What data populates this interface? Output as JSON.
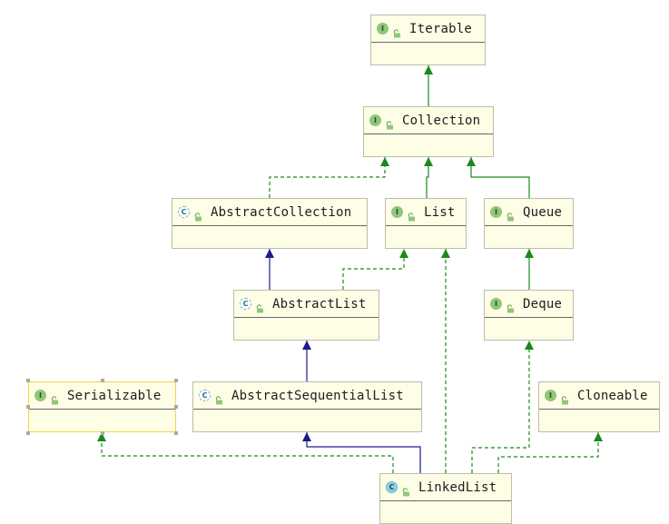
{
  "diagram": {
    "nodes": [
      {
        "id": "iterable",
        "label": "Iterable",
        "kind": "interface"
      },
      {
        "id": "collection",
        "label": "Collection",
        "kind": "interface"
      },
      {
        "id": "abstract_collection",
        "label": "AbstractCollection",
        "kind": "abstract-class"
      },
      {
        "id": "list",
        "label": "List",
        "kind": "interface"
      },
      {
        "id": "queue",
        "label": "Queue",
        "kind": "interface"
      },
      {
        "id": "abstract_list",
        "label": "AbstractList",
        "kind": "abstract-class"
      },
      {
        "id": "deque",
        "label": "Deque",
        "kind": "interface"
      },
      {
        "id": "serializable",
        "label": "Serializable",
        "kind": "interface",
        "selected": true
      },
      {
        "id": "abstract_sequential_list",
        "label": "AbstractSequentialList",
        "kind": "abstract-class"
      },
      {
        "id": "cloneable",
        "label": "Cloneable",
        "kind": "interface"
      },
      {
        "id": "linked_list",
        "label": "LinkedList",
        "kind": "class"
      }
    ],
    "edges": [
      {
        "from": "collection",
        "to": "iterable",
        "type": "extends-interface"
      },
      {
        "from": "abstract_collection",
        "to": "collection",
        "type": "implements"
      },
      {
        "from": "list",
        "to": "collection",
        "type": "extends-interface"
      },
      {
        "from": "queue",
        "to": "collection",
        "type": "extends-interface"
      },
      {
        "from": "abstract_list",
        "to": "abstract_collection",
        "type": "extends-class"
      },
      {
        "from": "abstract_list",
        "to": "list",
        "type": "implements"
      },
      {
        "from": "deque",
        "to": "queue",
        "type": "extends-interface"
      },
      {
        "from": "abstract_sequential_list",
        "to": "abstract_list",
        "type": "extends-class"
      },
      {
        "from": "linked_list",
        "to": "serializable",
        "type": "implements"
      },
      {
        "from": "linked_list",
        "to": "abstract_sequential_list",
        "type": "extends-class"
      },
      {
        "from": "linked_list",
        "to": "list",
        "type": "implements"
      },
      {
        "from": "linked_list",
        "to": "deque",
        "type": "implements"
      },
      {
        "from": "linked_list",
        "to": "cloneable",
        "type": "implements"
      }
    ],
    "colors": {
      "node_fill": "#fefde6",
      "node_border": "#bdbdac",
      "selected_border": "#f2d742",
      "interface_edge": "#1a8a1a",
      "class_edge": "#1c1c8c"
    },
    "badge_letters": {
      "interface": "I",
      "class": "C"
    },
    "icons": {
      "visibility": "open-lock-icon",
      "interface": "interface-icon",
      "class": "class-icon"
    }
  }
}
